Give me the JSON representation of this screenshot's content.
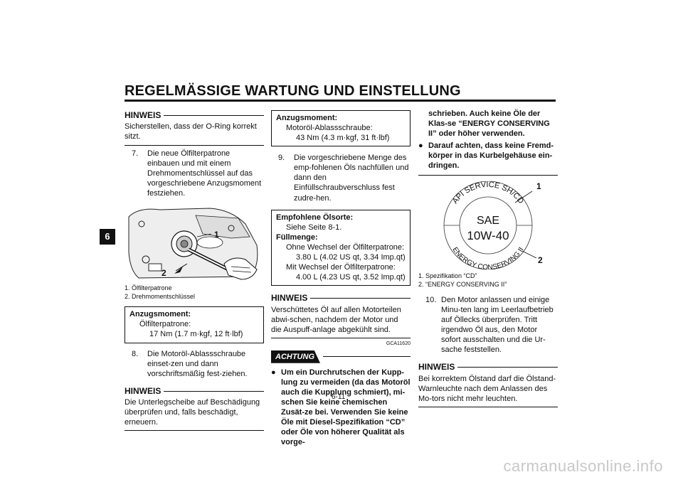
{
  "header": {
    "title": "REGELMÄSSIGE WARTUNG UND EINSTELLUNG",
    "chapter": "6"
  },
  "col1": {
    "note1_head": "HINWEIS",
    "note1_text": "Sicherstellen, dass der O-Ring korrekt sitzt.",
    "step7_num": "7.",
    "step7_text": "Die neue Ölfilterpatrone einbauen und mit einem Drehmomentschlüssel auf das vorgeschriebene Anzugsmoment festziehen.",
    "fig_label_1": "1",
    "fig_label_2": "2",
    "caption1": "1. Ölfilterpatrone",
    "caption2": "2. Drehmomentschlüssel",
    "torque_head": "Anzugsmoment:",
    "torque_item": "Ölfilterpatrone:",
    "torque_value": "17 Nm (1.7 m·kgf, 12 ft·lbf)",
    "step8_num": "8.",
    "step8_text": "Die Motoröl-Ablassschraube einset-zen und dann vorschriftsmäßig fest-ziehen.",
    "note2_head": "HINWEIS",
    "note2_text": "Die Unterlegscheibe auf Beschädigung überprüfen und, falls beschädigt, erneuern."
  },
  "col2": {
    "torque_head": "Anzugsmoment:",
    "torque_item": "Motoröl-Ablassschraube:",
    "torque_value": "43 Nm (4.3 m·kgf, 31 ft·lbf)",
    "step9_num": "9.",
    "step9_text": "Die vorgeschriebene Menge des emp-fohlenen Öls nachfüllen und dann den Einfüllschraubverschluss fest zudre-hen.",
    "oil_head": "Empfohlene Ölsorte:",
    "oil_value": "Siehe Seite 8-1.",
    "fill_head": "Füllmenge:",
    "fill_without": "Ohne Wechsel der Ölfilterpatrone:",
    "fill_without_value": "3.80 L (4.02 US qt, 3.34 Imp.qt)",
    "fill_with": "Mit Wechsel der Ölfilterpatrone:",
    "fill_with_value": "4.00 L (4.23 US qt, 3.52 Imp.qt)",
    "note_head": "HINWEIS",
    "note_text": "Verschüttetes Öl auf allen Motorteilen abwi-schen, nachdem der Motor und die Auspuff-anlage abgekühlt sind.",
    "code": "GCA11620",
    "achtung": "ACHTUNG",
    "bullet1": "Um ein Durchrutschen der Kupp-lung zu vermeiden (da das Motoröl auch die Kupplung schmiert), mi-schen Sie keine chemischen Zusät-ze bei. Verwenden Sie keine Öle mit Diesel-Spezifikation “CD” oder Öle von höherer Qualität als vorge-"
  },
  "col3": {
    "bullet1_cont": "schrieben. Auch keine Öle der Klas-se “ENERGY CONSERVING II” oder höher verwenden.",
    "bullet2": "Darauf achten, dass keine Fremd-körper in das Kurbelgehäuse ein-dringen.",
    "seal_top": "API SERVICE SH/CD",
    "seal_bottom": "ENERGY CONSERVING II",
    "seal_sae": "SAE",
    "seal_grade": "10W-40",
    "fig_label_1": "1",
    "fig_label_2": "2",
    "caption1": "1. Spezifikation “CD”",
    "caption2": "2. “ENERGY CONSERVING II”",
    "step10_num": "10.",
    "step10_text": "Den Motor anlassen und einige Minu-ten lang im Leerlaufbetrieb auf Öllecks überprüfen. Tritt irgendwo Öl aus, den Motor sofort ausschalten und die Ur-sache feststellen.",
    "note_head": "HINWEIS",
    "note_text": "Bei korrektem Ölstand darf die Ölstand-Warnleuchte nach dem Anlassen des Mo-tors nicht mehr leuchten."
  },
  "footer": {
    "page": "6-11",
    "watermark": "carmanualsonline.info"
  }
}
